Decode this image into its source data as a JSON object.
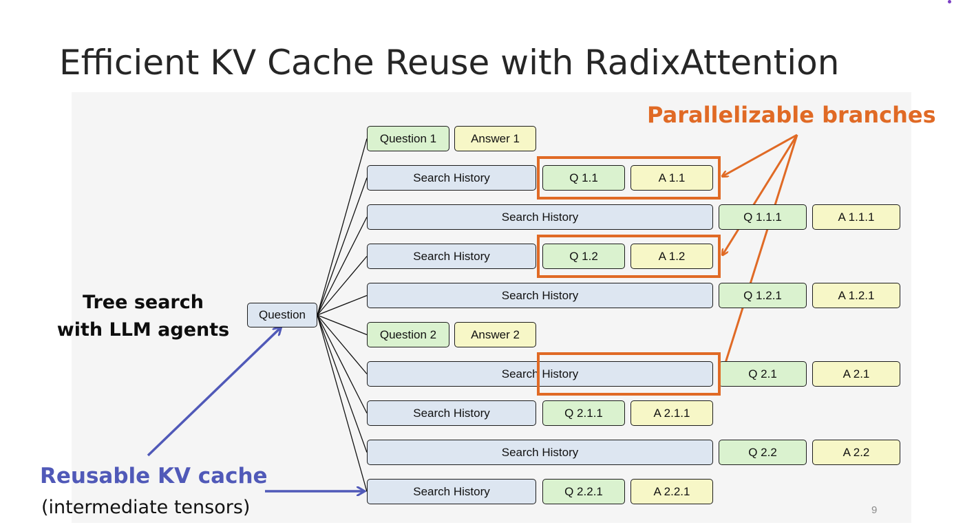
{
  "title": "Efficient KV Cache Reuse with RadixAttention",
  "labels": {
    "tree_search_line1": "Tree search",
    "tree_search_line2": "with LLM agents",
    "parallelizable": "Parallelizable branches",
    "reusable": "Reusable KV cache",
    "reusable_sub": "(intermediate tensors)"
  },
  "root": "Question",
  "rows": [
    {
      "cells": [
        "Question 1",
        "Answer 1"
      ]
    },
    {
      "cells": [
        "Search History",
        "Q 1.1",
        "A 1.1"
      ]
    },
    {
      "cells": [
        "Search History",
        "Q 1.1.1",
        "A 1.1.1"
      ]
    },
    {
      "cells": [
        "Search History",
        "Q 1.2",
        "A 1.2"
      ]
    },
    {
      "cells": [
        "Search History",
        "Q 1.2.1",
        "A 1.2.1"
      ]
    },
    {
      "cells": [
        "Question 2",
        "Answer 2"
      ]
    },
    {
      "cells": [
        "Search History",
        "Q 2.1",
        "A 2.1"
      ]
    },
    {
      "cells": [
        "Search History",
        "Q 2.1.1",
        "A 2.1.1"
      ]
    },
    {
      "cells": [
        "Search History",
        "Q 2.2",
        "A 2.2"
      ]
    },
    {
      "cells": [
        "Search History",
        "Q 2.2.1",
        "A 2.2.1"
      ]
    }
  ],
  "page_number": "9",
  "colors": {
    "history_fill": "#dde6f1",
    "question_fill": "#daf2cf",
    "answer_fill": "#f7f7c7",
    "highlight": "#e06a25",
    "reuse_arrow": "#5059b8"
  }
}
